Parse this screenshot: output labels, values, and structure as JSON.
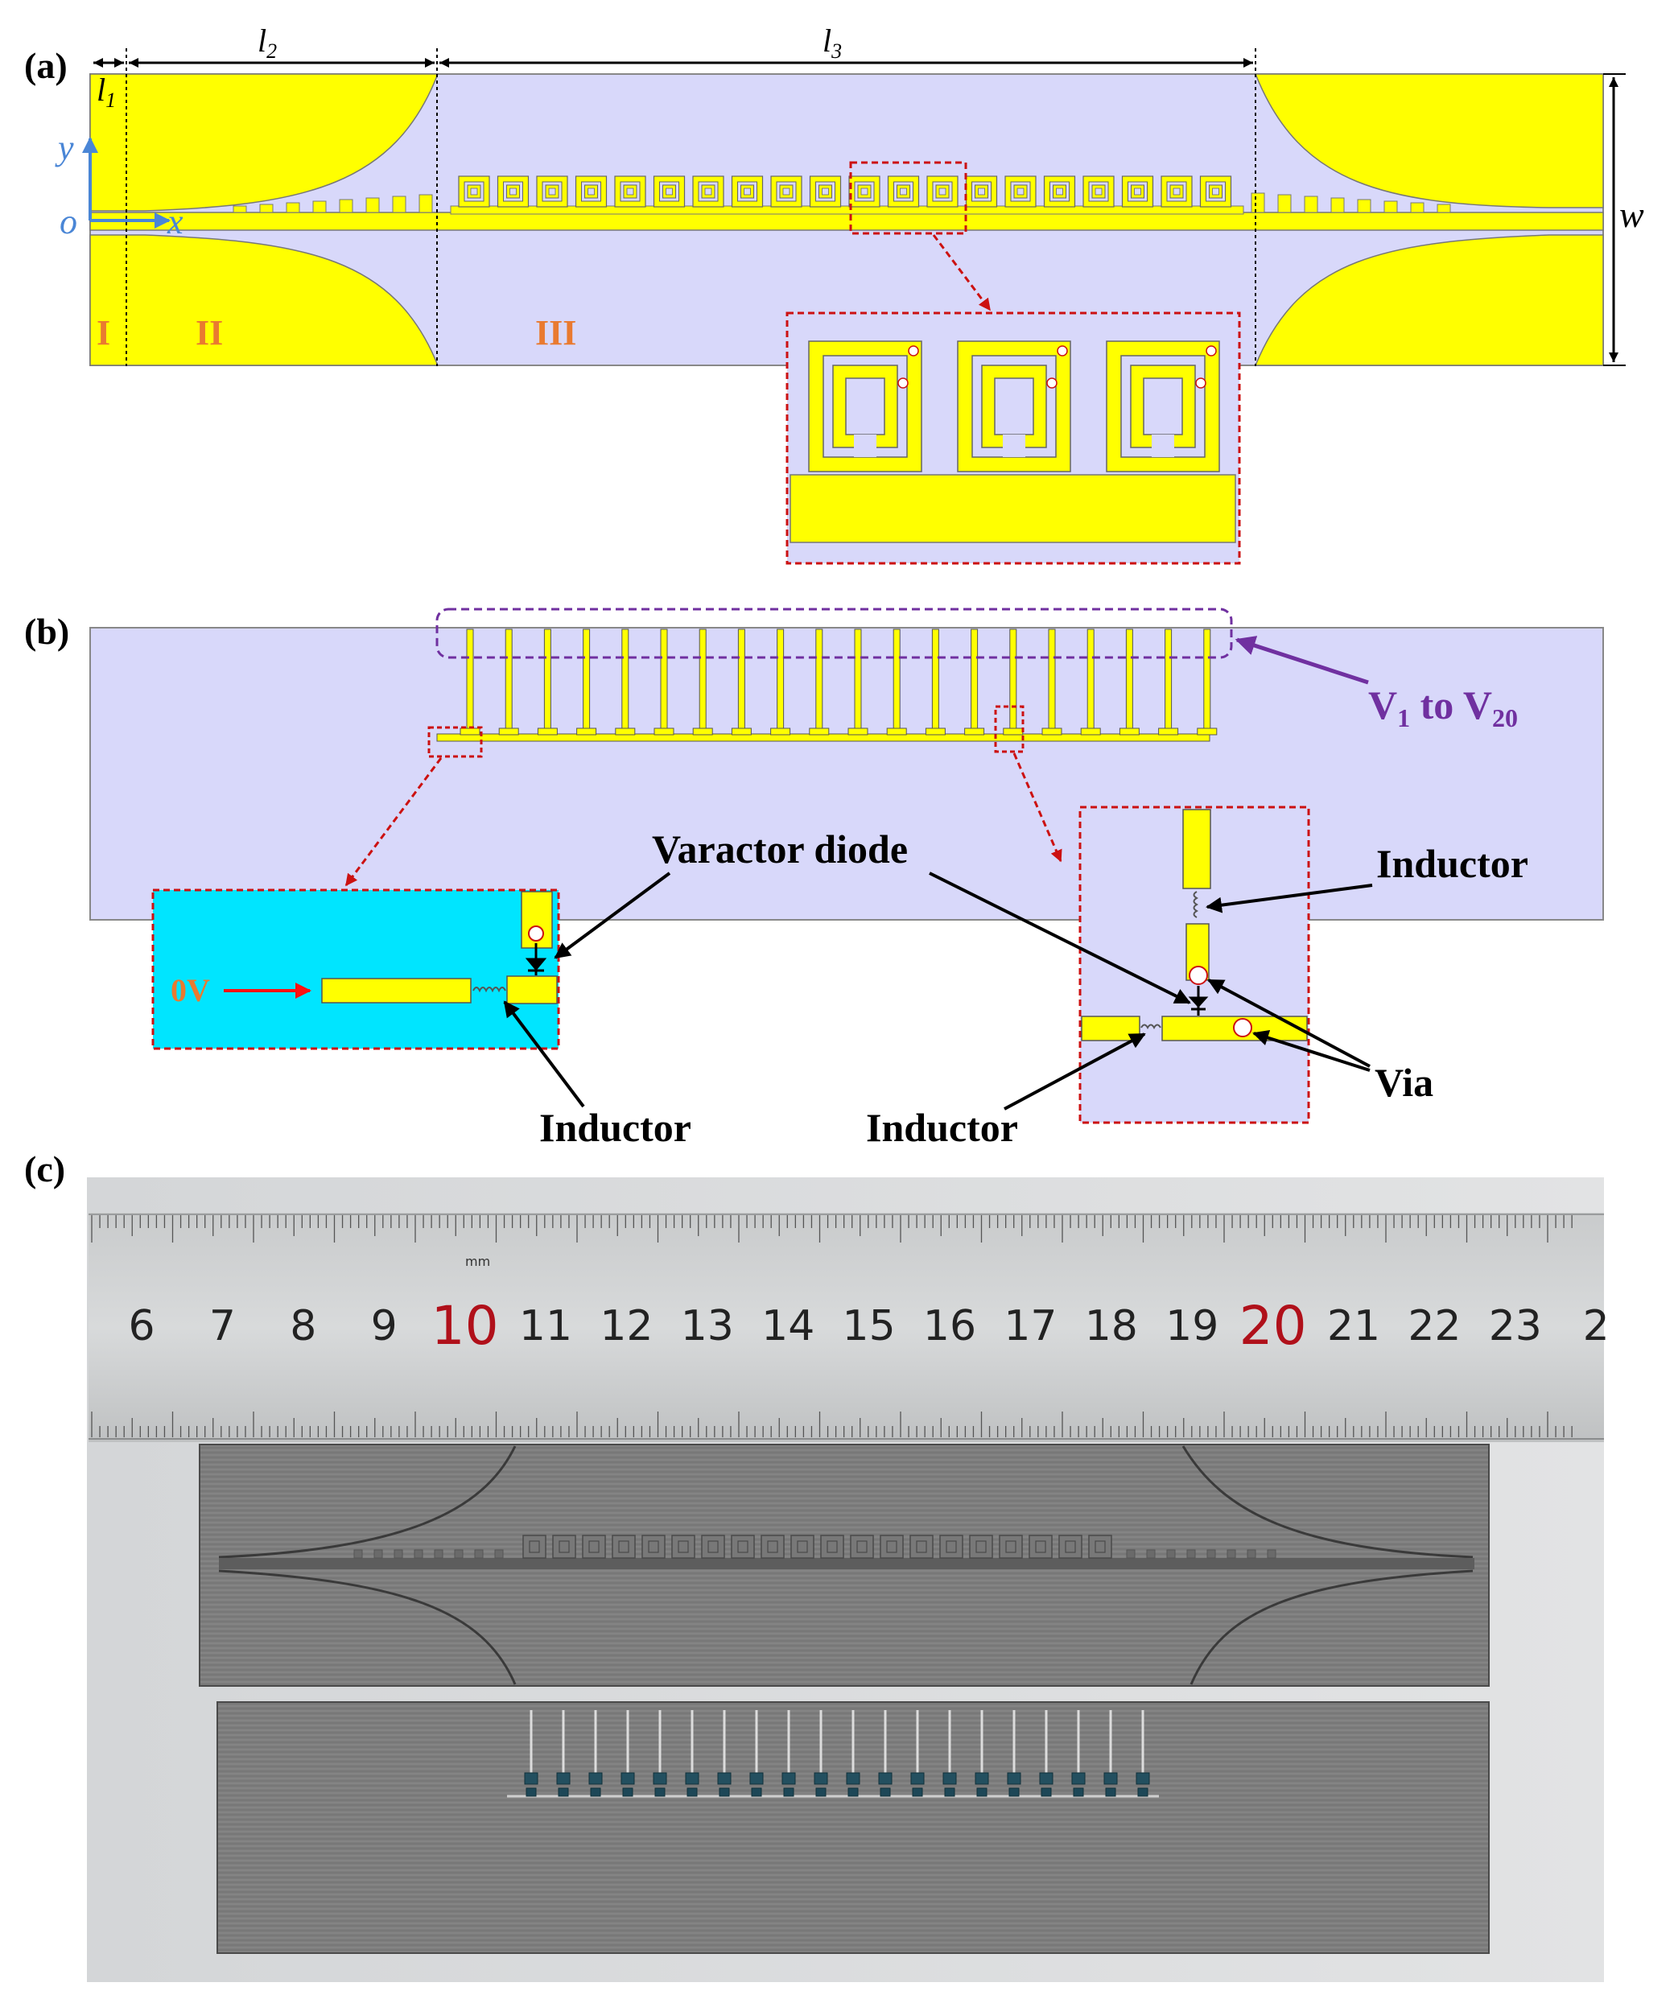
{
  "panels": {
    "a": {
      "label": "(a)",
      "dim_l1": "l",
      "dim_l1_sub": "1",
      "dim_l2": "l",
      "dim_l2_sub": "2",
      "dim_l3": "l",
      "dim_l3_sub": "3",
      "dim_w": "w",
      "axis_y": "y",
      "axis_x": "x",
      "origin": "o",
      "region_1": "I",
      "region_2": "II",
      "region_3": "III",
      "unit_cell_count": 20
    },
    "b": {
      "label": "(b)",
      "bias_label": "V",
      "bias_sub1": "1",
      "bias_to": " to V",
      "bias_sub2": "20",
      "zero_volt": "0V",
      "varactor_label": "Varactor diode",
      "inductor_label_right": "Inductor",
      "inductor_label_left": "Inductor",
      "inductor_label_mid": "Inductor",
      "via_label": "Via",
      "bias_line_count": 20
    },
    "c": {
      "label": "(c)",
      "ruler_unit": "mm",
      "ruler_numbers": [
        "6",
        "7",
        "8",
        "9",
        "10",
        "11",
        "12",
        "13",
        "14",
        "15",
        "16",
        "17",
        "18",
        "19",
        "20",
        "21",
        "22",
        "23",
        "2"
      ],
      "ruler_red_numbers": [
        "10",
        "20"
      ]
    }
  },
  "colors": {
    "metal": "#ffff00",
    "substrate": "#d8d8fa",
    "inset_bg": "#00e5ff",
    "red_dash": "#cc1111",
    "purple": "#7030a0",
    "orange": "#e97a30",
    "axis_blue": "#4a86d6",
    "arrow_red": "#ff1010"
  }
}
